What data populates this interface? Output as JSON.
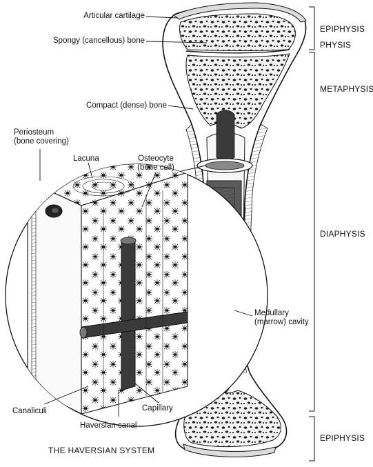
{
  "labels": {
    "articular_cartilage": "Articular cartilage",
    "spongy_bone": "Spongy (cancellous) bone",
    "compact_bone": "Compact (dense) bone",
    "periosteum_l1": "Periosteum",
    "periosteum_l2": "(bone covering)",
    "lacuna": "Lacuna",
    "osteocyte_l1": "Osteocyte",
    "osteocyte_l2": "(bone cell)",
    "medullary_l1": "Medullary",
    "medullary_l2": "(marrow) cavity",
    "canaliculi": "Canaliculi",
    "capillary": "Capillary",
    "haversian_canal": "Haversian canal"
  },
  "regions": {
    "epiphysis_top": "EPIPHYSIS",
    "physis": "PHYSIS",
    "metaphysis": "METAPHYSIS",
    "diaphysis": "DIAPHYSIS",
    "epiphysis_bottom": "EPIPHYSIS"
  },
  "inset_title": "THE HAVERSIAN SYSTEM",
  "colors": {
    "ink": "#111111",
    "bone": "#ffffff",
    "marrow": "#3a3a3a",
    "spongy_fill": "#f2f2f2"
  }
}
